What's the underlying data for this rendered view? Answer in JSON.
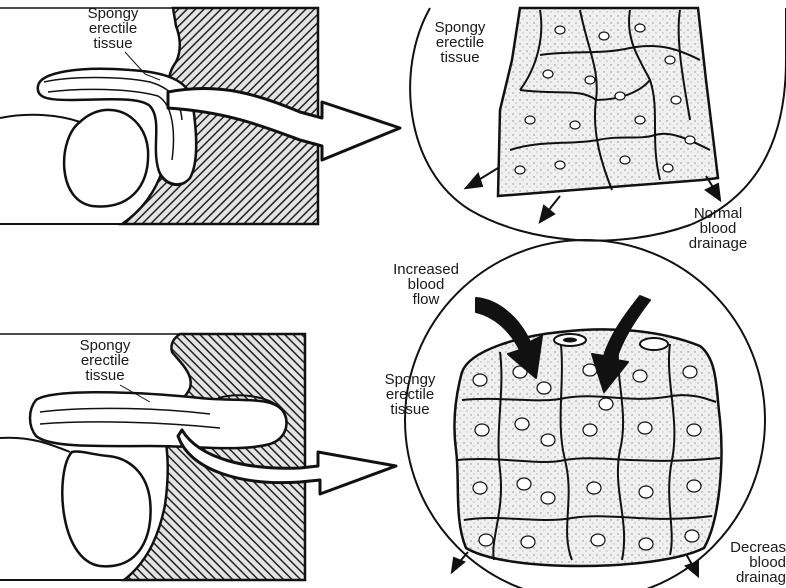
{
  "labels": {
    "top_left_tissue": [
      "Spongy",
      "erectile",
      "tissue"
    ],
    "top_right_tissue": [
      "Spongy",
      "erectile",
      "tissue"
    ],
    "normal_drainage": [
      "Normal",
      "blood",
      "drainage"
    ],
    "increased_flow": [
      "Increased",
      "blood",
      "flow"
    ],
    "bottom_left_tissue": [
      "Spongy",
      "erectile",
      "tissue"
    ],
    "bottom_right_tissue": [
      "Spongy",
      "erectile",
      "tissue"
    ],
    "decreased_drainage": [
      "Decreas",
      "blood",
      "drainag"
    ]
  },
  "colors": {
    "ink": "#1a1a1a",
    "hatch_bg": "#d9d9d9",
    "tissue_fill": "#eeeeee",
    "paper": "#ffffff"
  }
}
